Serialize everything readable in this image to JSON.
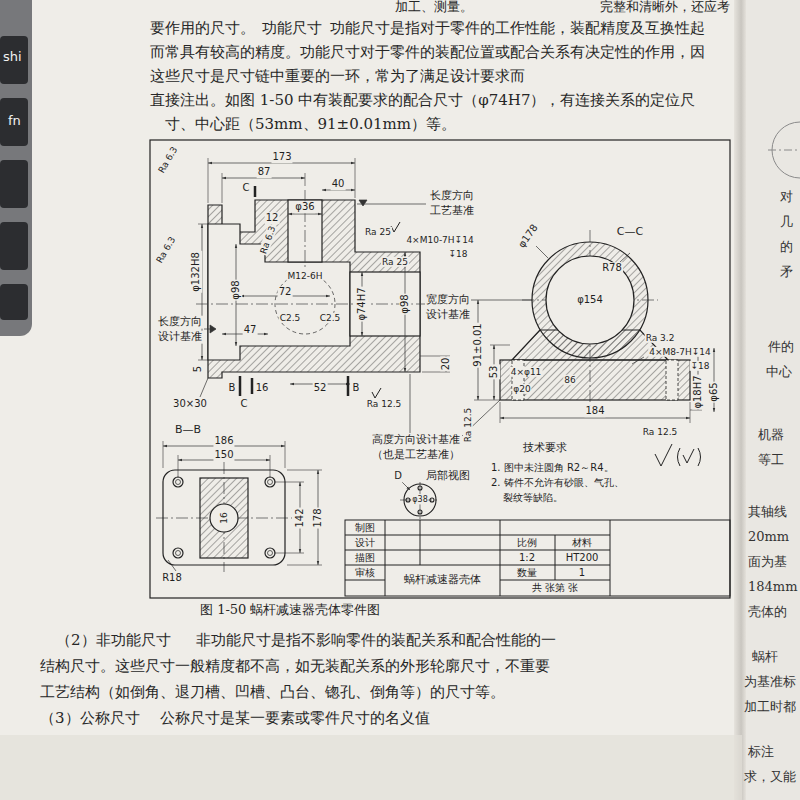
{
  "diagram": {
    "caption": "图 1-50  蜗杆减速器壳体零件图",
    "labels": [
      "加工、测量。",
      "完整和清晰外，还应考",
      "要作用的尺寸。",
      "功能尺寸",
      "功能尺寸是指对于零件的工作性能，装配精度及互换性起",
      "而常具有较高的精度。功能尺寸对于零件的装配位置或配合关系有决定性的作用，因",
      "这些尺寸是尺寸链中重要的一环，常为了满足设计要求而",
      "直接注出。如图 1-50 中有装配要求的配合尺寸（φ74H7），有连接关系的定位尺",
      "寸、中心距（53mm、91±0.01mm）等。",
      "Ra 6.3",
      "173",
      "87",
      "C",
      "40",
      "φ36",
      "12",
      "Ra 6.3",
      "φ98",
      "φ132H8",
      "Ra 25",
      "长度方向",
      "工艺基准",
      "M12-6H",
      "72",
      "4×M10-7H↧14",
      "↧18",
      "47",
      "C2.5",
      "C2.5",
      "Ra 6.3",
      "Ra 25",
      "φ74H7",
      "φ98",
      "长度方向",
      "设计基准",
      "5",
      "B",
      "16",
      "52",
      "B",
      "Ra 12.5",
      "C",
      "30×30",
      "20",
      "宽度方向",
      "设计基准",
      "高度方向设计基准",
      "（也是工艺基准）",
      "B—B",
      "186",
      "150",
      "16",
      "R18",
      "142",
      "178",
      "C—C",
      "φ178",
      "R78",
      "φ154",
      "91±0.01",
      "53",
      "4×φ11",
      "86",
      "φ20",
      "Ra 3.2",
      "4×M8-7H↧14",
      "↧18",
      "φ18H7",
      "φ65",
      "184",
      "Ra 12.5",
      "Ra 12.5",
      "D",
      "局部视图",
      "φ38",
      "技术要求",
      "1. 图中未注圆角 R2～R4。",
      "2. 铸件不允许有砂眼、气孔、",
      "裂纹等缺陷。",
      "制图",
      "设计",
      "描图",
      "审核",
      "比例",
      "材料",
      "1:2",
      "HT200",
      "蜗杆减速器壳体",
      "数量",
      "1",
      "共  张第  张",
      "（2）非功能尺寸",
      "非功能尺寸是指不影响零件的装配关系和配合性能的一",
      "结构尺寸。这些尺寸一般精度都不高，如无装配关系的外形轮廓尺寸，不重要",
      "工艺结构（如倒角、退刀槽、凹槽、凸台、锪孔、倒角等）的尺寸等。",
      "（3）公称尺寸",
      "公称尺寸是某一要素或零件尺寸的名义值",
      "shi",
      "fn",
      "对",
      "几",
      "的",
      "矛",
      "件的",
      "中心",
      "机器",
      "等工",
      "其轴线",
      "20mm",
      "面为基",
      "184mm",
      "壳体的",
      "蜗杆",
      "为基准标",
      "加工时都",
      "标注",
      "求，又能"
    ]
  }
}
